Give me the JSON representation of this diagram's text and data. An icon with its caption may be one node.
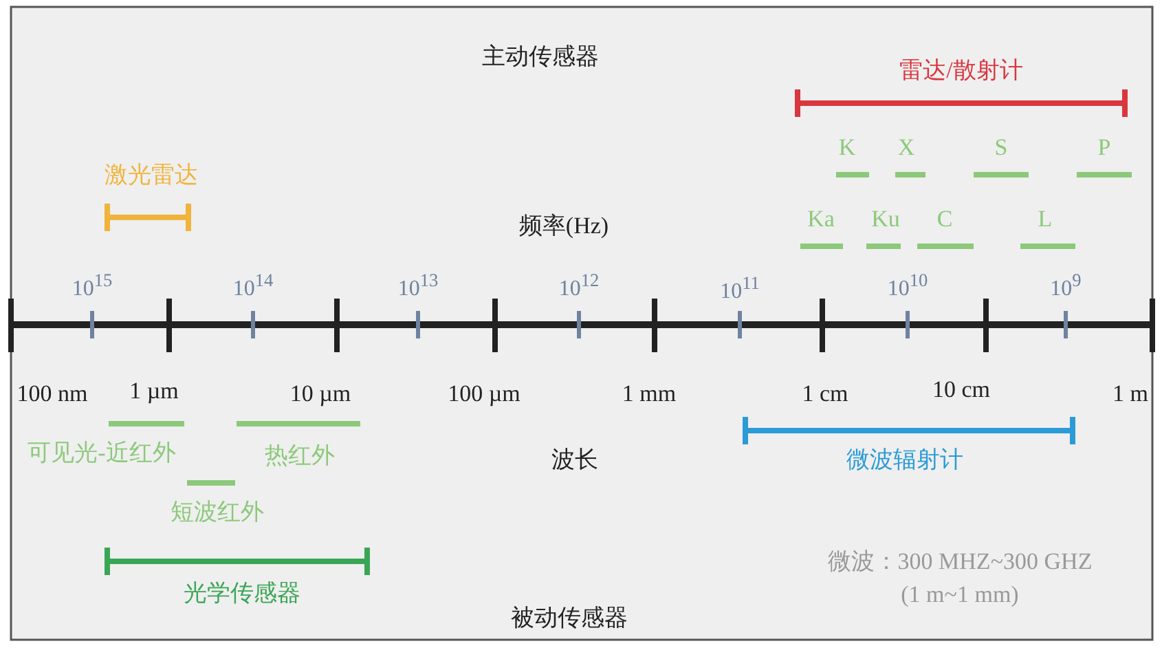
{
  "diagram": {
    "labels": [
      "主动传感器",
      "雷达/散射计",
      "激光雷达",
      "K",
      "X",
      "S",
      "P",
      "频率(Hz)",
      "Ka",
      "Ku",
      "C",
      "L",
      "10$^{15}$",
      "10$^{14}$",
      "10$^{13}$",
      "10$^{12}$",
      "10$^{11}$",
      "10$^{10}$",
      "10$^{9}$",
      "100 nm",
      "1 µm",
      "10 µm",
      "100 µm",
      "1 mm",
      "1 cm",
      "10 cm",
      "1 m",
      "可见光-近红外",
      "热红外",
      "波长",
      "微波辐射计",
      "短波红外",
      "光学传感器",
      "微波：300 MHZ~300 GHZ",
      "(1 m~1 mm)",
      "被动传感器"
    ]
  }
}
